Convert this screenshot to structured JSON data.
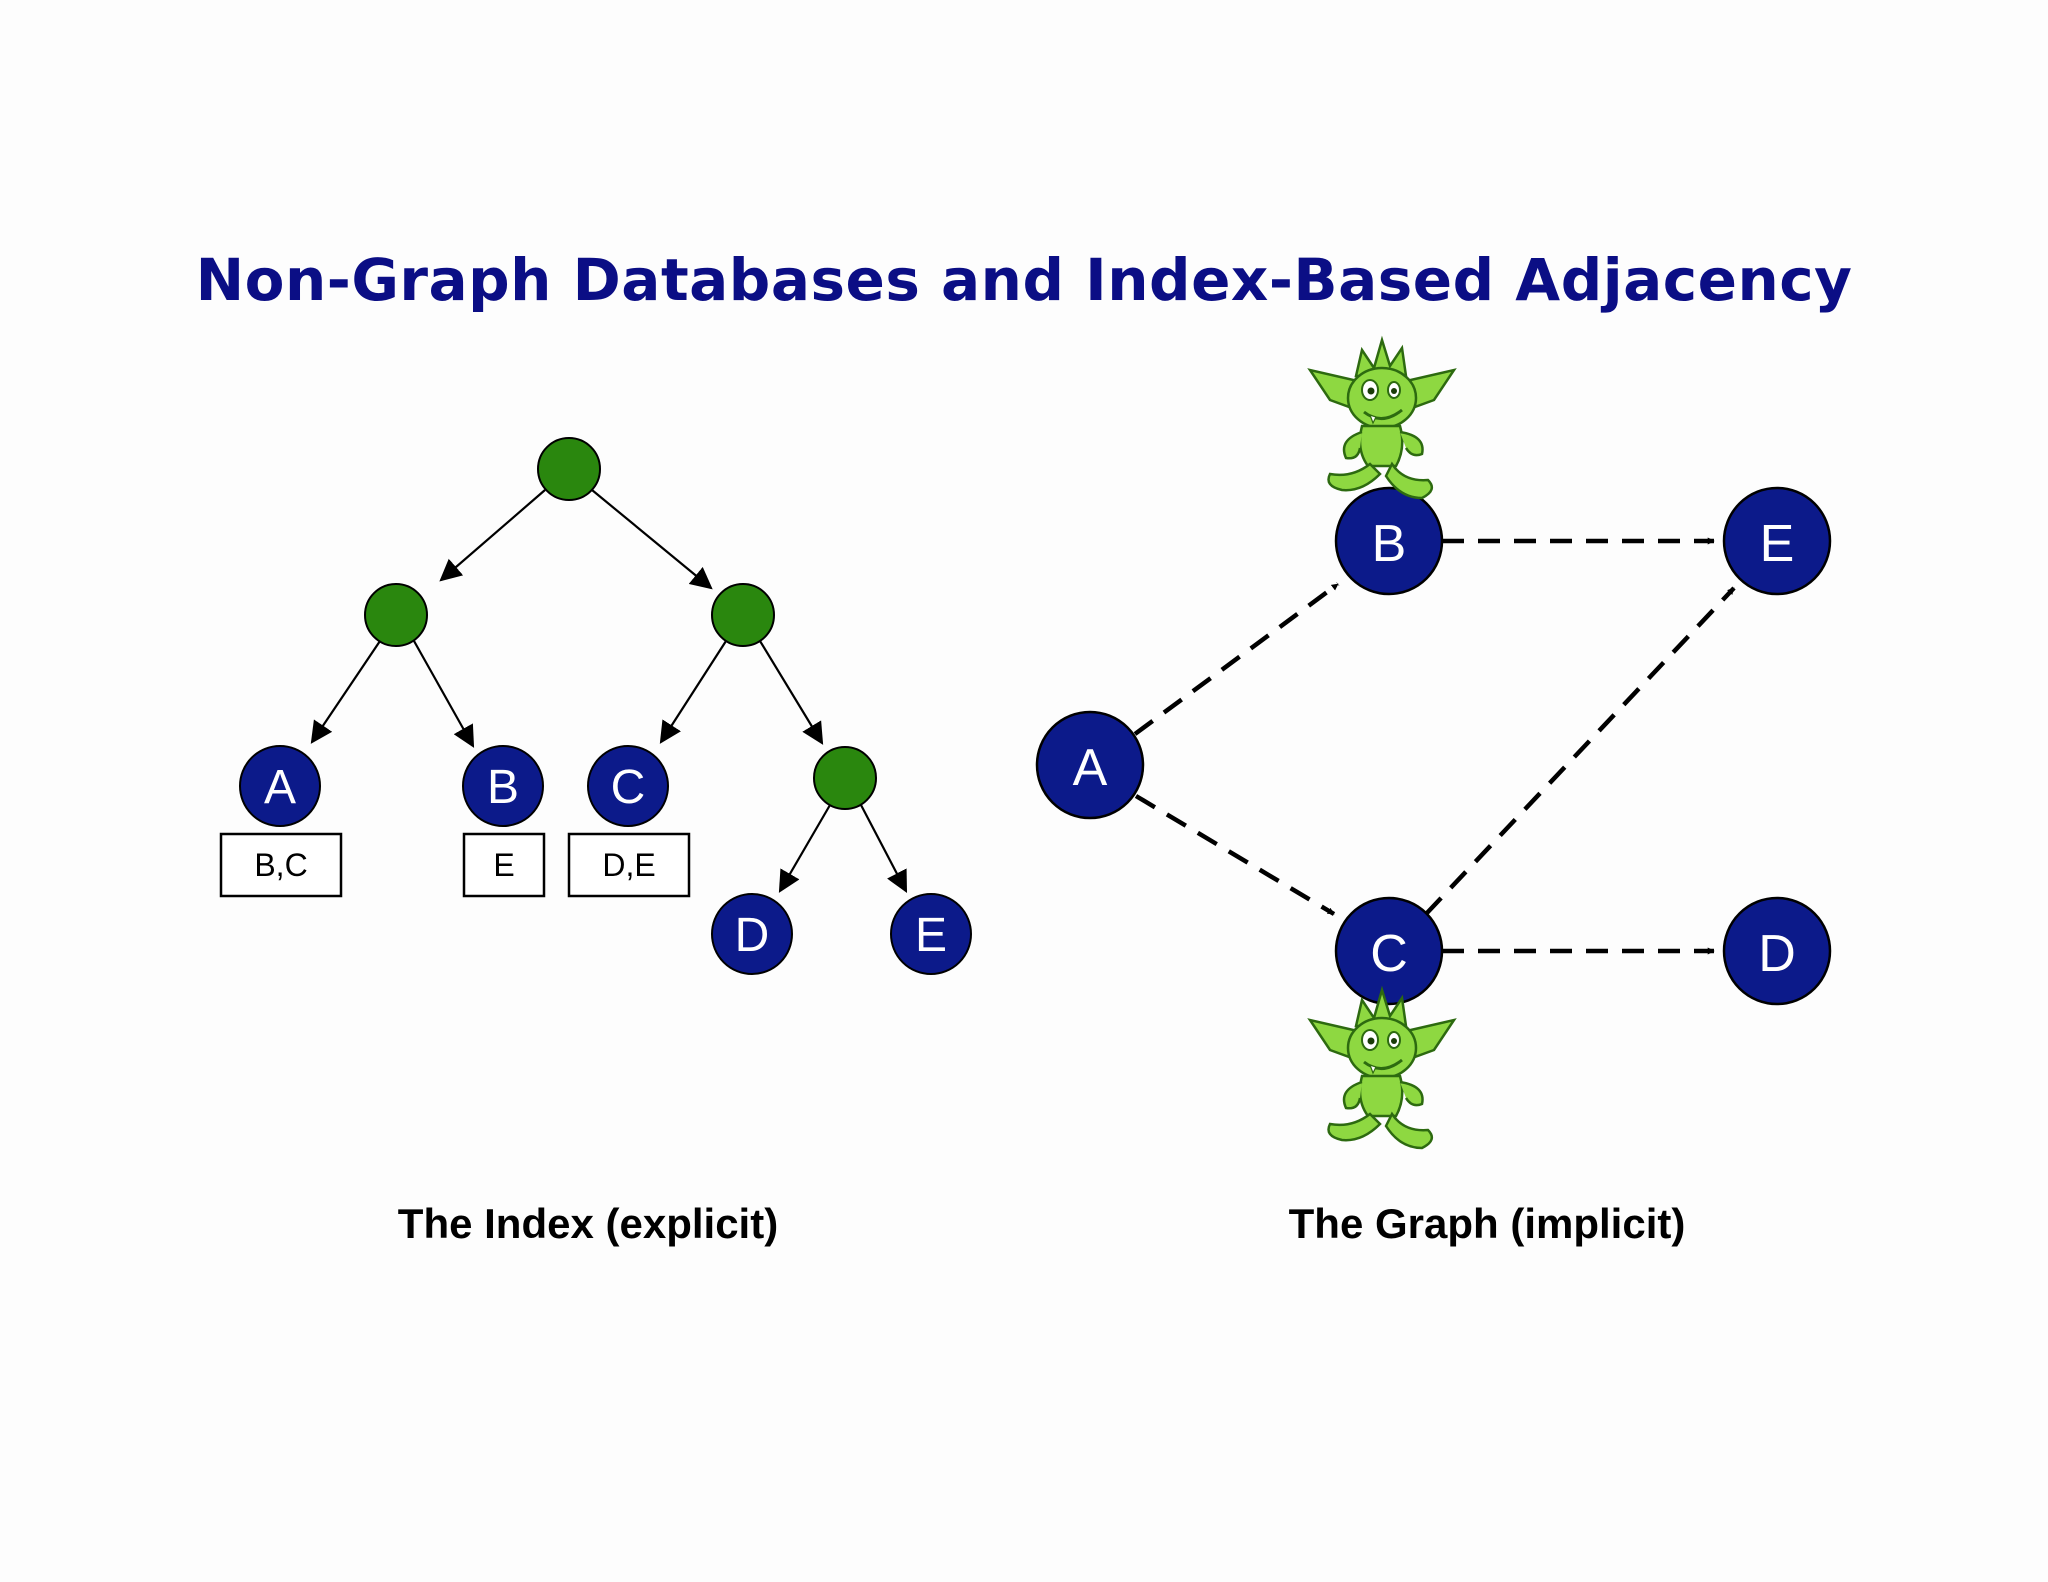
{
  "title": "Non-Graph Databases and Index-Based Adjacency",
  "captions": {
    "index": "The Index (explicit)",
    "graph": "The Graph (implicit)"
  },
  "colors": {
    "title": "#0b0e85",
    "node_blue": "#0c1a8a",
    "node_green": "#2a870e",
    "mascot": "#8ed841"
  },
  "index_tree": {
    "leaves": [
      {
        "label": "A",
        "adjacency": "B,C"
      },
      {
        "label": "B",
        "adjacency": "E"
      },
      {
        "label": "C",
        "adjacency": "D,E"
      },
      {
        "label": "D"
      },
      {
        "label": "E"
      }
    ]
  },
  "graph": {
    "nodes": [
      "A",
      "B",
      "C",
      "D",
      "E"
    ],
    "edges": [
      [
        "A",
        "B"
      ],
      [
        "A",
        "C"
      ],
      [
        "B",
        "E"
      ],
      [
        "C",
        "E"
      ],
      [
        "C",
        "D"
      ]
    ],
    "mascot_icon": "goblin-mascot-icon"
  }
}
